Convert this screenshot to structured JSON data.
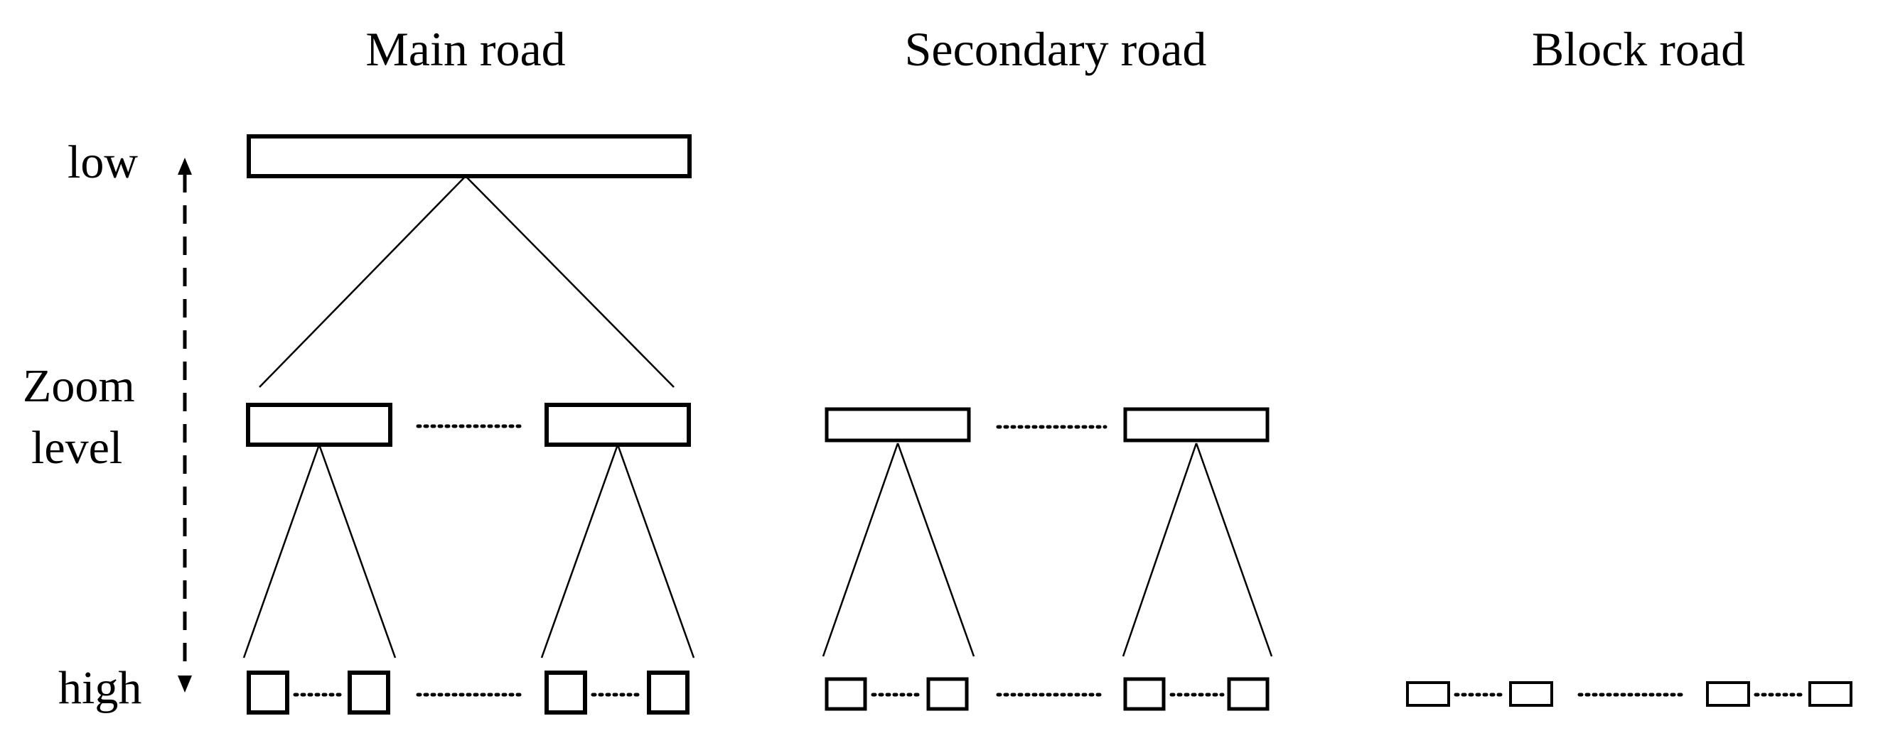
{
  "columns": [
    {
      "title": "Main road"
    },
    {
      "title": "Secondary road"
    },
    {
      "title": "Block road"
    }
  ],
  "zoom_axis": {
    "low_label": "low",
    "title_line1": "Zoom",
    "title_line2": "level",
    "high_label": "high"
  }
}
